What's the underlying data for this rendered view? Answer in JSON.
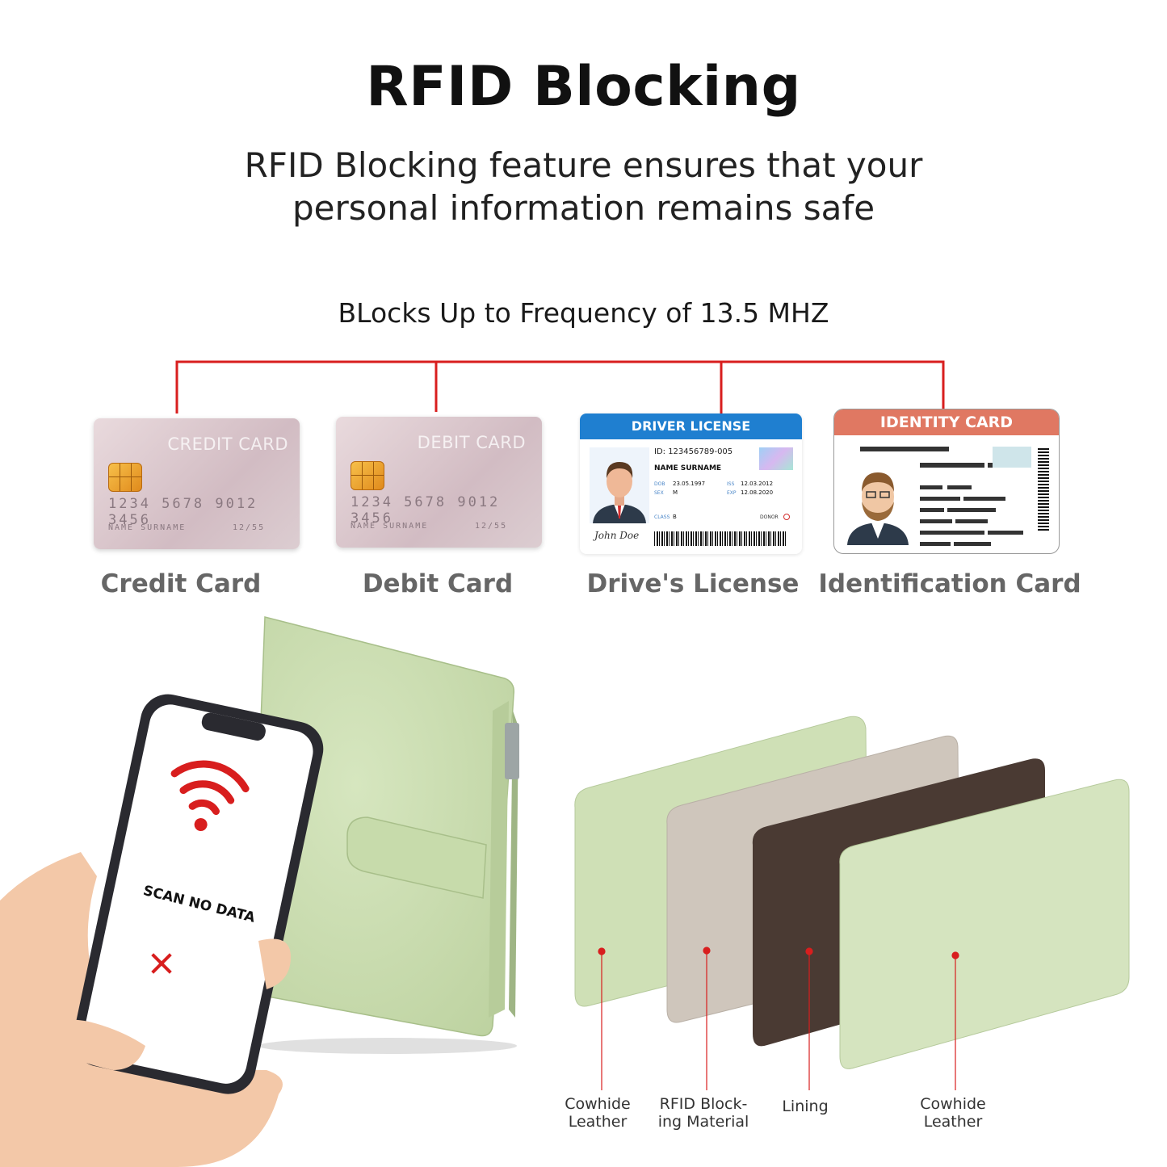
{
  "header": {
    "title": "RFID Blocking",
    "subtitle_line1": "RFID Blocking feature ensures that your",
    "subtitle_line2": "personal information remains safe"
  },
  "frequency_text": "BLocks Up to Frequency of 13.5 MHZ",
  "cards": [
    {
      "label": "Credit Card",
      "card_title": "CREDIT CARD",
      "number": "1234 5678 9012 3456",
      "name": "NAME SURNAME",
      "expiry": "12/55"
    },
    {
      "label": "Debit Card",
      "card_title": "DEBIT CARD",
      "number": "1234 5678 9012 3456",
      "name": "NAME SURNAME",
      "expiry": "12/55"
    },
    {
      "label": "Drive's License",
      "header": "DRIVER LICENSE",
      "id": "ID: 123456789-005",
      "name": "NAME SURNAME",
      "dob_label": "DOB",
      "dob": "23.05.1997",
      "sex_label": "SEX",
      "sex": "M",
      "iss_label": "ISS",
      "iss": "12.03.2012",
      "exp_label": "EXP",
      "exp": "12.08.2020",
      "class_label": "CLASS",
      "class": "B",
      "donor": "DONOR",
      "signature": "John Doe"
    },
    {
      "label": "Identification Card",
      "header": "IDENTITY CARD"
    }
  ],
  "phone": {
    "status_text": "SCAN NO DATA"
  },
  "layers": [
    {
      "line1": "Cowhide",
      "line2": "Leather"
    },
    {
      "line1": "RFID Block-",
      "line2": "ing Material"
    },
    {
      "line1": "Lining",
      "line2": ""
    },
    {
      "line1": "Cowhide",
      "line2": "Leather"
    }
  ],
  "colors": {
    "connector_red": "#d81e1e",
    "license_blue": "#1f7fd0",
    "identity_header": "#e07862",
    "wallet_green": "#cfe0b6",
    "rfid_material": "#cfc6bc",
    "lining_brown": "#4a3a33"
  }
}
